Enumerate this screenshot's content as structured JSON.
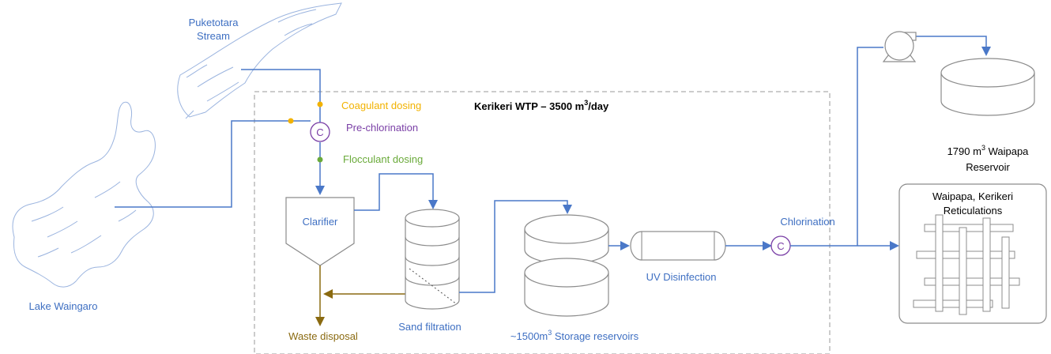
{
  "plant": {
    "title_prefix": "Kerikeri WTP – 3500 m",
    "title_sup": "3",
    "title_suffix": "/day"
  },
  "sources": {
    "stream_line1": "Puketotara",
    "stream_line2": "Stream",
    "lake": "Lake Waingaro"
  },
  "dosing": {
    "coagulant": "Coagulant dosing",
    "prechlorination": "Pre-chlorination",
    "flocculant": "Flocculant dosing",
    "chlorination": "Chlorination",
    "chlorine_symbol": "C"
  },
  "units": {
    "clarifier": "Clarifier",
    "sand_filtration": "Sand filtration",
    "storage_prefix": "~1500m",
    "storage_sup": "3",
    "storage_suffix": " Storage reservoirs",
    "uv": "UV Disinfection",
    "waste": "Waste disposal"
  },
  "outputs": {
    "reservoir_prefix": "1790 m",
    "reservoir_sup": "3",
    "reservoir_suffix": " Waipapa",
    "reservoir_line2": "Reservoir",
    "reticulation_line1": "Waipapa, Kerikeri",
    "reticulation_line2": "Reticulations"
  },
  "colors": {
    "pipe": "#4a78c8",
    "coagulant": "#f2b200",
    "prechlorination": "#7a3fa6",
    "flocculant": "#6aaa3a",
    "waste": "#8a6a10",
    "text_blue": "#3e6fc2"
  }
}
